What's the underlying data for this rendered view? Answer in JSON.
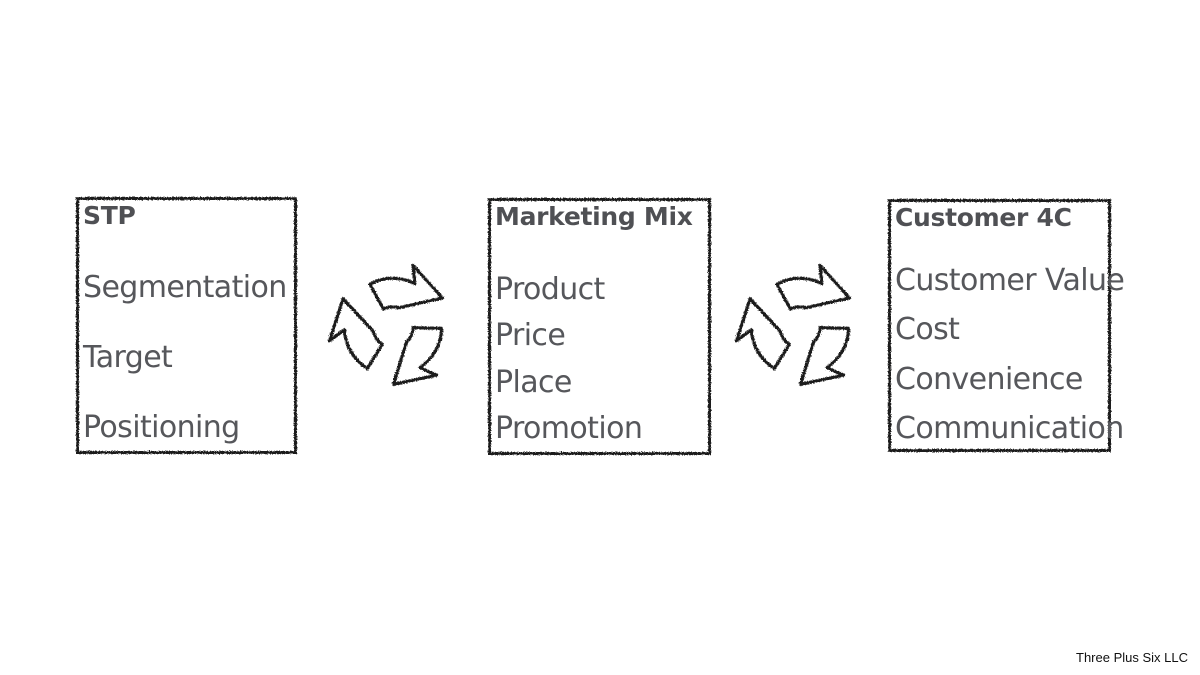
{
  "boxes": {
    "stp": {
      "title": "STP",
      "items": [
        "Segmentation",
        "Target",
        "Positioning"
      ]
    },
    "marketing_mix": {
      "title": "Marketing Mix",
      "items": [
        "Product",
        "Price",
        "Place",
        "Promotion"
      ]
    },
    "customer_4c": {
      "title": "Customer 4C",
      "items": [
        "Customer Value",
        "Cost",
        "Convenience",
        "Communication"
      ]
    }
  },
  "icons": {
    "cycle_left": "recycle-arrows-icon",
    "cycle_right": "recycle-arrows-icon"
  },
  "colors": {
    "stroke": "#1a1a1a",
    "text": "#56575b"
  },
  "footer": {
    "credit": "Three Plus Six LLC"
  }
}
